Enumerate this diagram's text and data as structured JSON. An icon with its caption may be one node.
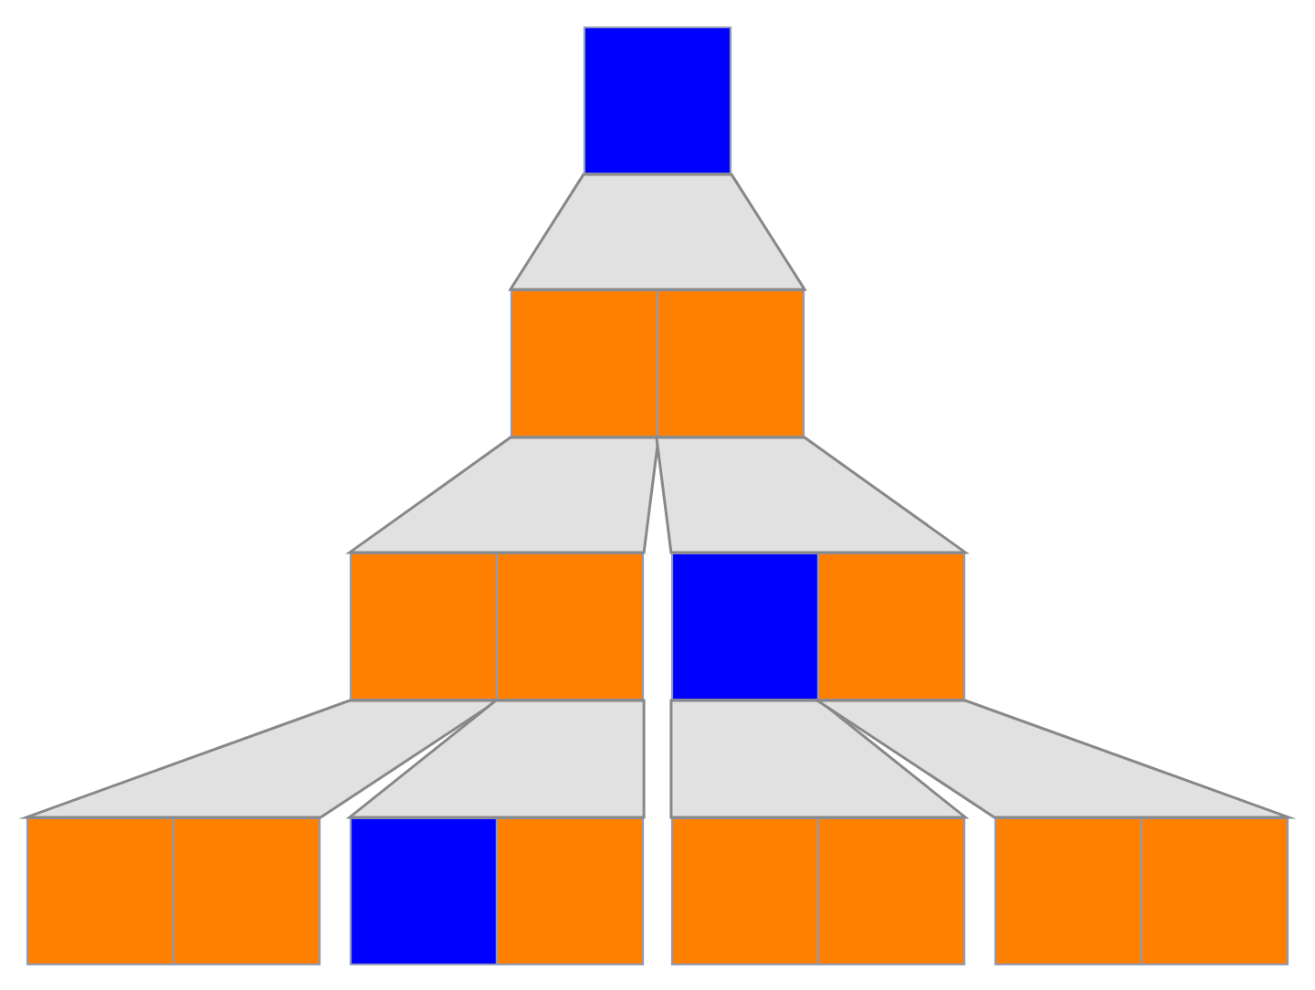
{
  "diagram": {
    "nodes": [
      {
        "text": [],
        "shape": "box"
      },
      {
        "text": [],
        "shape": "box"
      },
      {
        "text": [],
        "shape": "box"
      },
      {
        "text": [],
        "shape": "box"
      },
      {
        "text": [],
        "shape": "box"
      },
      {
        "text": [],
        "shape": "box"
      },
      {
        "text": [],
        "shape": "box"
      },
      {
        "text": [],
        "shape": "box"
      },
      {
        "text": [],
        "shape": "box"
      },
      {
        "text": [],
        "shape": "box"
      },
      {
        "text": [],
        "shape": "box"
      },
      {
        "text": [],
        "shape": "box"
      },
      {
        "text": [],
        "shape": "box"
      },
      {
        "text": [],
        "shape": "box"
      },
      {
        "text": [],
        "shape": "box"
      }
    ],
    "edges": [
      {
        "from": 0,
        "to": 1,
        "arrow": "none"
      },
      {
        "from": 0,
        "to": 2,
        "arrow": "none"
      },
      {
        "from": 1,
        "to": 3,
        "arrow": "none"
      },
      {
        "from": 1,
        "to": 4,
        "arrow": "none"
      },
      {
        "from": 2,
        "to": 5,
        "arrow": "none"
      },
      {
        "from": 2,
        "to": 6,
        "arrow": "none"
      },
      {
        "from": 3,
        "to": 7,
        "arrow": "none"
      },
      {
        "from": 3,
        "to": 8,
        "arrow": "none"
      },
      {
        "from": 4,
        "to": 9,
        "arrow": "none"
      },
      {
        "from": 4,
        "to": 10,
        "arrow": "none"
      },
      {
        "from": 5,
        "to": 11,
        "arrow": "none"
      },
      {
        "from": 5,
        "to": 12,
        "arrow": "none"
      },
      {
        "from": 6,
        "to": 13,
        "arrow": "none"
      },
      {
        "from": 6,
        "to": 14,
        "arrow": "none"
      }
    ]
  }
}
